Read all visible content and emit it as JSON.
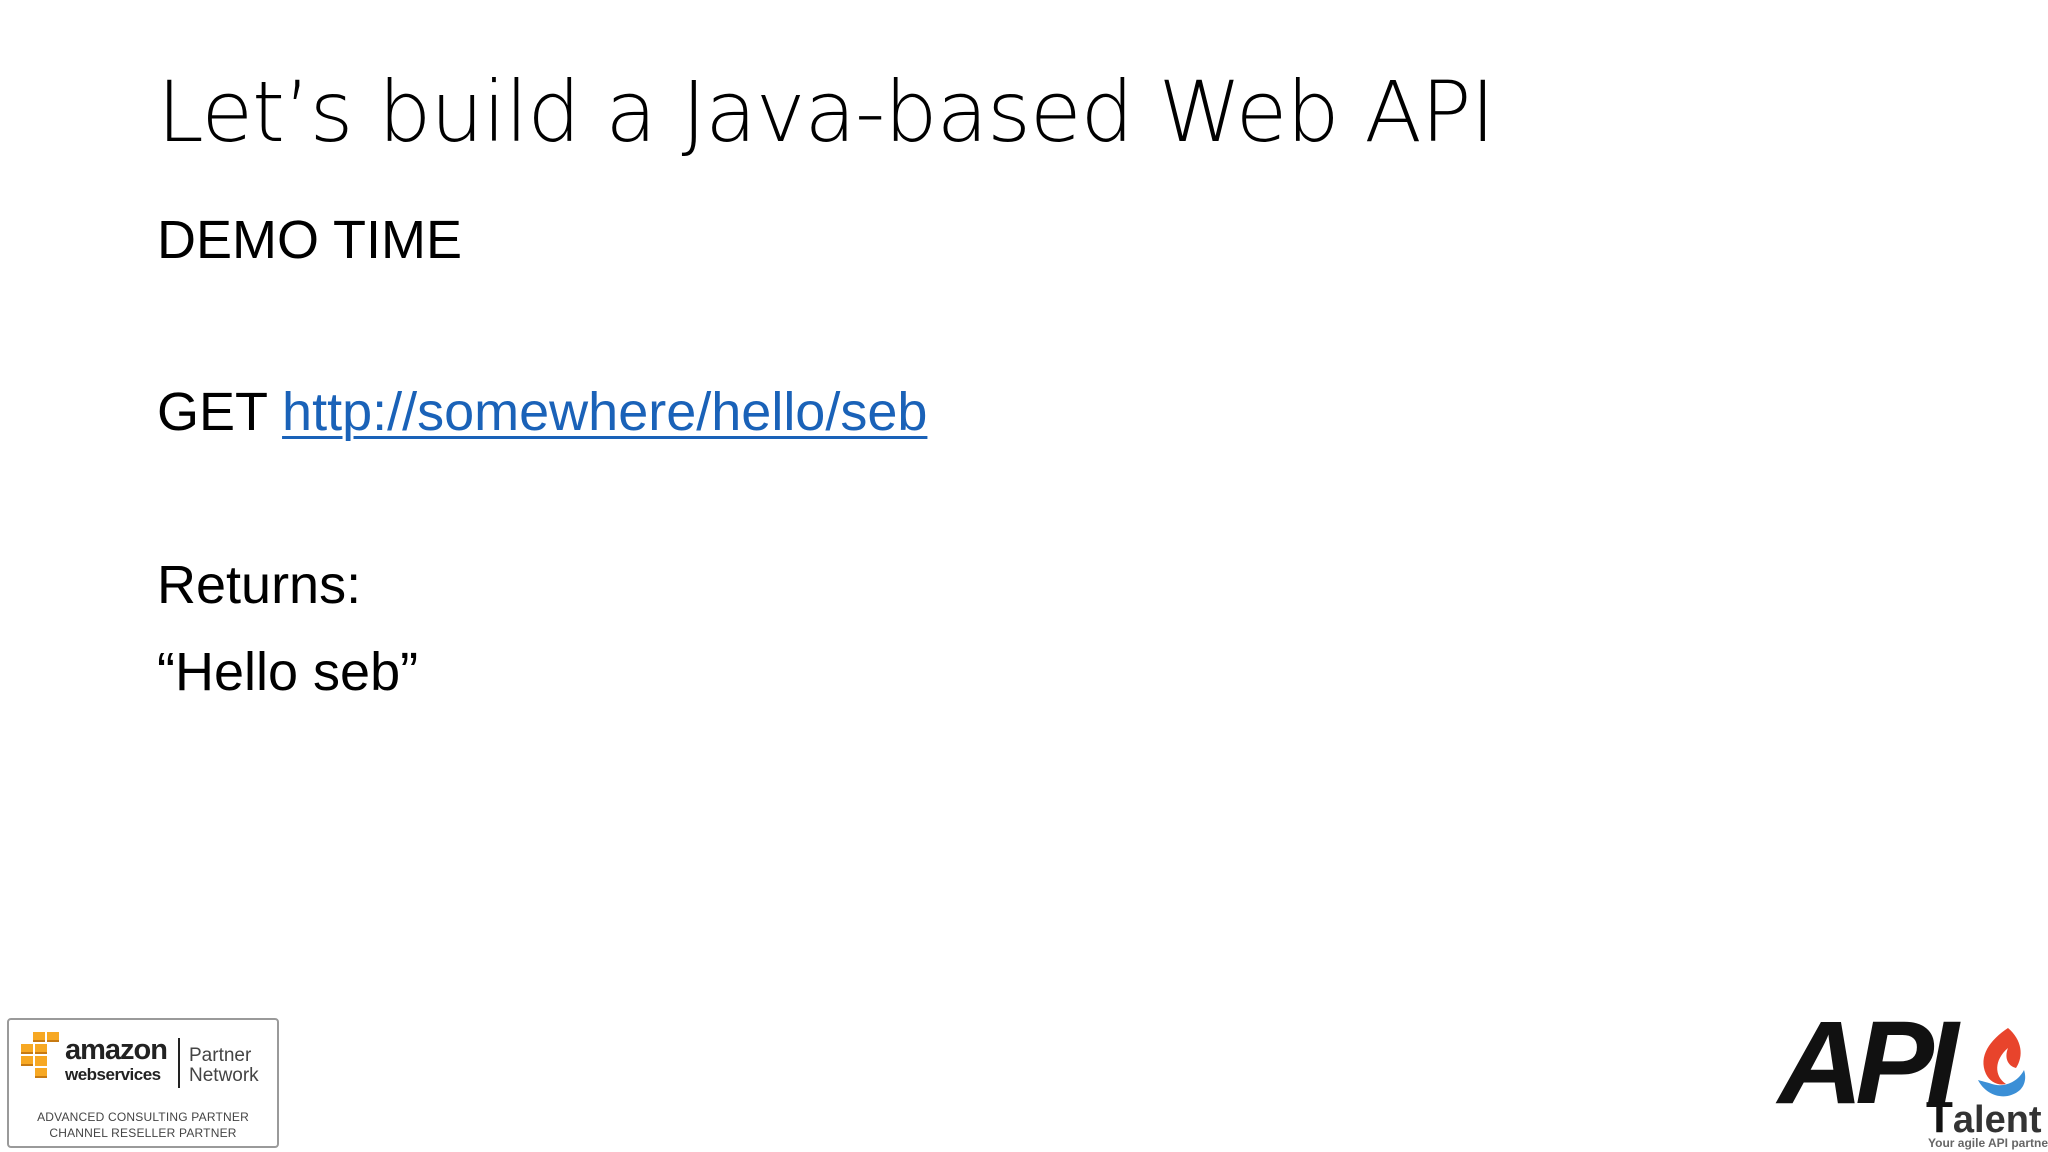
{
  "slide": {
    "title": "Let’s build a Java-based Web API",
    "demo_label": "DEMO TIME",
    "request_method": "GET",
    "request_url": "http://somewhere/hello/seb",
    "returns_label": "Returns:",
    "returns_value": "“Hello seb”"
  },
  "aws_badge": {
    "brand_top": "amazon",
    "brand_bottom": "webservices",
    "partner_line1": "Partner",
    "partner_line2": "Network",
    "tier_line1": "ADVANCED CONSULTING PARTNER",
    "tier_line2": "CHANNEL RESELLER PARTNER",
    "accent_color": "#f7a823"
  },
  "api_logo": {
    "letters": "API",
    "talent_first": "T",
    "talent_rest": "alent",
    "tagline": "Your agile API partner",
    "flame_colors": [
      "#e8442c",
      "#3b8fd6"
    ]
  }
}
